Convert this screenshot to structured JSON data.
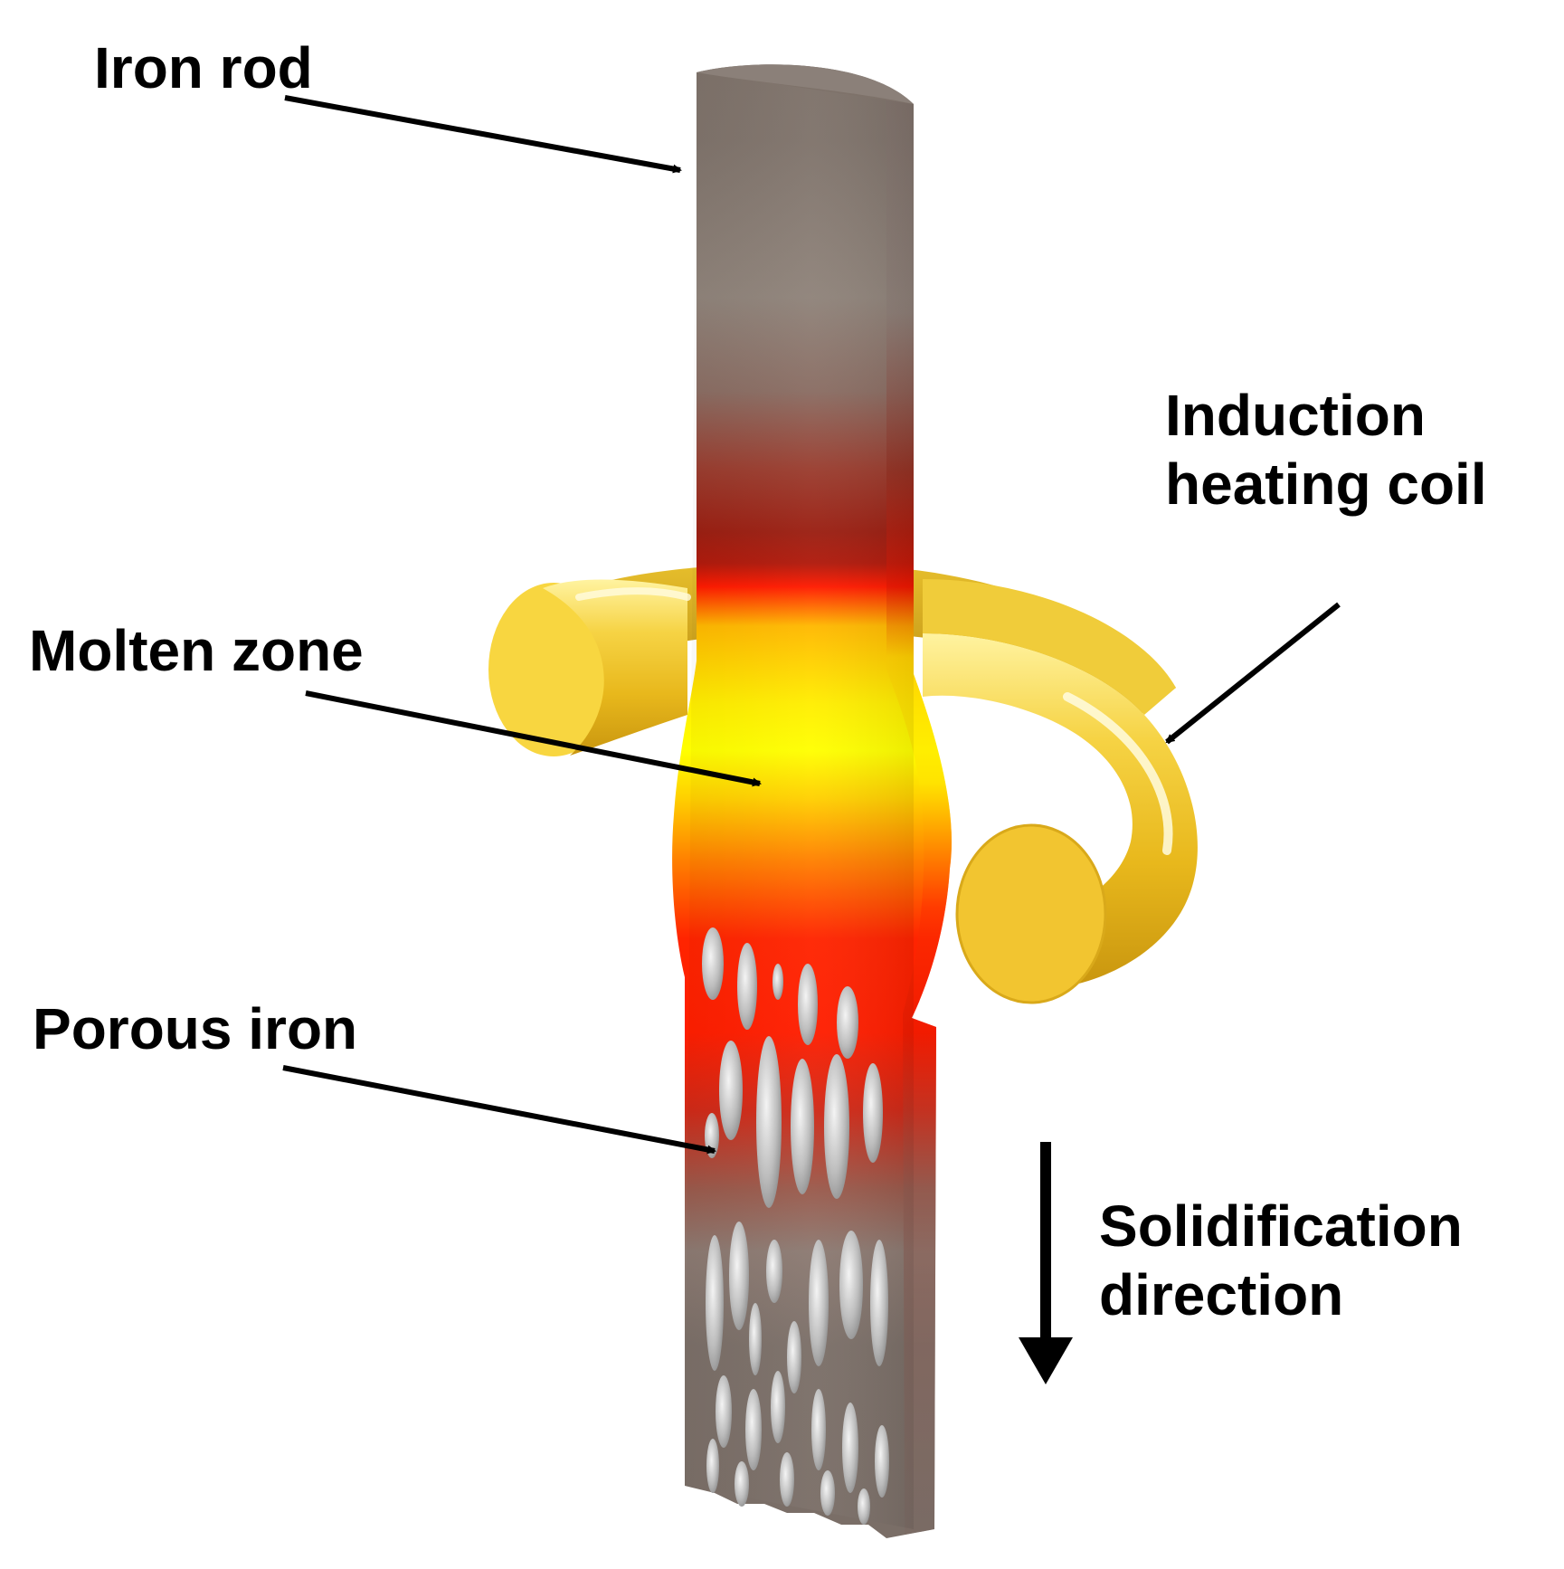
{
  "labels": {
    "iron_rod": "Iron rod",
    "induction_coil": [
      "Induction",
      "heating coil"
    ],
    "molten_zone": "Molten zone",
    "porous_iron": "Porous iron",
    "solidification": [
      "Solidification",
      "direction"
    ]
  },
  "colors": {
    "rod_gray": "#7f736b",
    "rod_dark_red": "#9b1f12",
    "molten_red": "#ff1a00",
    "molten_yellow": "#ffff00",
    "coil_gold": "#f2c530",
    "pore_silver": "#c8c8c8",
    "arrow": "#000000"
  }
}
